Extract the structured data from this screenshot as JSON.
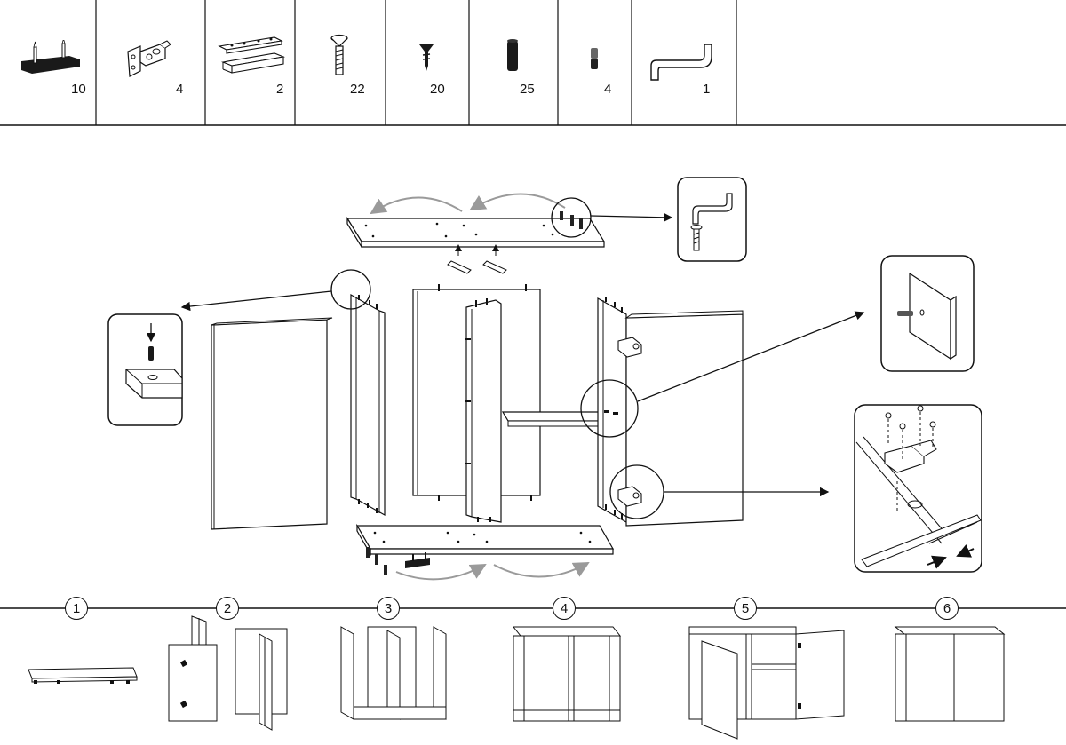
{
  "parts": [
    {
      "id": "dowel-strip",
      "icon": "dowel-strip-icon",
      "qty": "10"
    },
    {
      "id": "hinge",
      "icon": "hinge-icon",
      "qty": "4"
    },
    {
      "id": "connector-bar",
      "icon": "connector-bar-icon",
      "qty": "2"
    },
    {
      "id": "screw-long",
      "icon": "long-screw-icon",
      "qty": "22"
    },
    {
      "id": "screw-short",
      "icon": "short-screw-icon",
      "qty": "20"
    },
    {
      "id": "dowel",
      "icon": "wood-dowel-icon",
      "qty": "25"
    },
    {
      "id": "pin",
      "icon": "shelf-pin-icon",
      "qty": "4"
    },
    {
      "id": "allen-key",
      "icon": "allen-key-icon",
      "qty": "1"
    }
  ],
  "steps": [
    {
      "num": "1"
    },
    {
      "num": "2"
    },
    {
      "num": "3"
    },
    {
      "num": "4"
    },
    {
      "num": "5"
    },
    {
      "num": "6"
    }
  ],
  "colors": {
    "line": "#111111",
    "arrow_gray": "#9a9a9a",
    "panel_fill": "#ffffff",
    "dark_part": "#1a1a1a"
  }
}
